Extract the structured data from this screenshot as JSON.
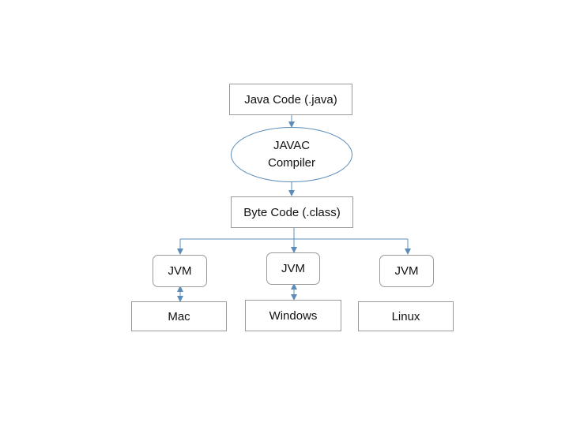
{
  "diagram": {
    "source": "Java Code (.java)",
    "compiler": {
      "line1": "JAVAC",
      "line2": "Compiler"
    },
    "bytecode": "Byte Code (.class)",
    "jvm_label": "JVM",
    "platforms": [
      "Mac",
      "Windows",
      "Linux"
    ]
  },
  "colors": {
    "connector": "#5b8db8",
    "box_border": "#9a9a9a"
  }
}
